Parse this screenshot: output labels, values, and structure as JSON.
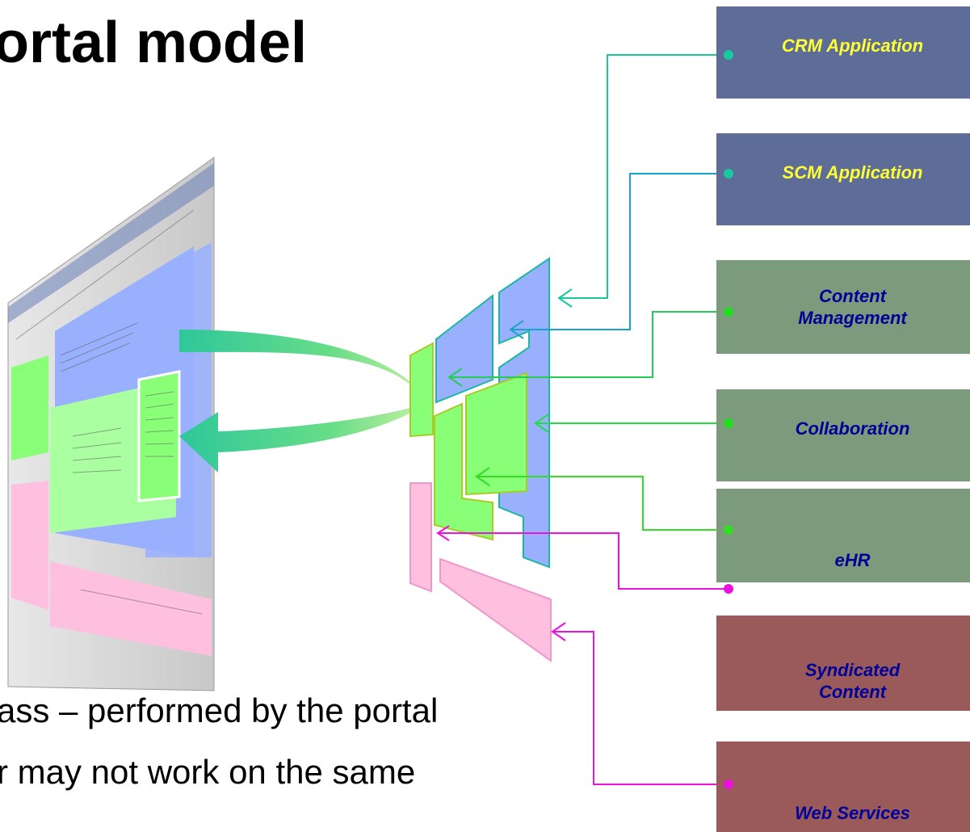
{
  "slide": {
    "title": "ortal model",
    "bullet_1": "ass – performed by the portal",
    "bullet_2": "r may not work on the same"
  },
  "services": [
    {
      "label": "CRM Application",
      "category": "application",
      "fill": "#5d6d98",
      "text_color": "#ffff33",
      "connector_color": "#19c8a0"
    },
    {
      "label": "SCM Application",
      "category": "application",
      "fill": "#5d6d98",
      "text_color": "#ffff33",
      "connector_color": "#1aa3c8"
    },
    {
      "label": "Content Management",
      "category": "content",
      "fill": "#7c9a7c",
      "text_color": "#000099",
      "connector_color": "#22cc55"
    },
    {
      "label": "Collaboration",
      "category": "content",
      "fill": "#7c9a7c",
      "text_color": "#000099",
      "connector_color": "#22dd44"
    },
    {
      "label": "eHR",
      "category": "content",
      "fill": "#7c9a7c",
      "text_color": "#000099",
      "connector_color": "#33dd22"
    },
    {
      "label": "Syndicated Content",
      "category": "external",
      "fill": "#9a5a5a",
      "text_color": "#000099",
      "connector_color": "#ee11dd"
    },
    {
      "label": "Web Services",
      "category": "external",
      "fill": "#9a5a5a",
      "text_color": "#000099",
      "connector_color": "#ee11dd"
    }
  ],
  "colors": {
    "app_panel": "#99b0ff",
    "content_panel": "#88ff77",
    "external_panel": "#ffc0e0",
    "flow_arrow": "#33cc99"
  }
}
